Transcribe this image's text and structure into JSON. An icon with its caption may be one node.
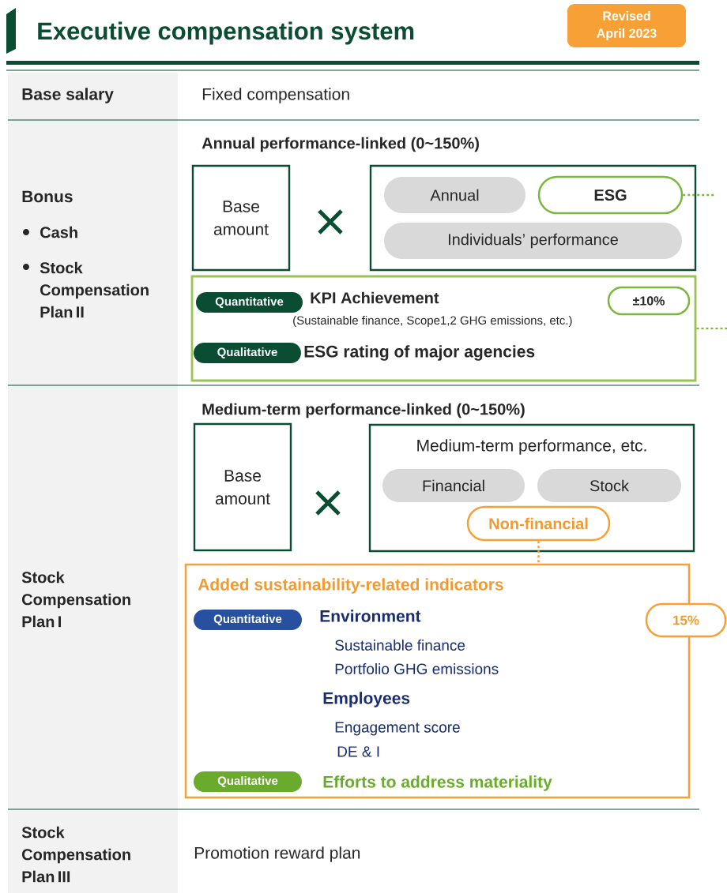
{
  "diagram": {
    "title": "Executive compensation system",
    "nodes": [
      {
        "text": [
          "Base amount"
        ]
      },
      {
        "text": [],
        "shape": "box"
      },
      {
        "text": [
          "Annual"
        ],
        "in": 1
      },
      {
        "text": [
          "ESG"
        ],
        "in": 1
      },
      {
        "text": [
          "Individuals’ performance"
        ],
        "in": 1
      },
      {
        "text": [
          "KPI Achievement",
          "(Sustainable finance, Scope1,2 GHG emissions, etc.)",
          "ESG rating of major agencies"
        ]
      },
      {
        "text": [
          "Quantitative"
        ],
        "in": 5
      },
      {
        "text": [
          "Qualitative"
        ],
        "in": 5
      },
      {
        "text": [
          "±10%"
        ],
        "in": 5
      },
      {
        "text": [
          "Base amount"
        ]
      },
      {
        "text": [
          "Medium-term performance, etc."
        ]
      },
      {
        "text": [
          "Financial"
        ],
        "in": 10
      },
      {
        "text": [
          "Stock"
        ],
        "in": 10
      },
      {
        "text": [
          "Non-financial"
        ],
        "in": 10
      },
      {
        "text": [
          "Added sustainability-related indicators",
          "Environment",
          "Sustainable finance",
          "Portfolio GHG emissions",
          "Employees",
          "Engagement score",
          "DE & I",
          "Efforts to address materiality"
        ]
      },
      {
        "text": [
          "Quantitative"
        ],
        "in": 14
      },
      {
        "text": [
          "Qualitative"
        ],
        "in": 14
      },
      {
        "text": [
          "15%"
        ]
      },
      {
        "text": [
          "Revised April 2023"
        ]
      }
    ],
    "edges": [
      {
        "from": 3,
        "to": null,
        "arrow": "none",
        "style": "dashed",
        "color": "#79b83a"
      },
      {
        "from": 5,
        "to": null,
        "arrow": "none",
        "style": "dashed",
        "color": "#79b83a"
      },
      {
        "from": 13,
        "to": 14,
        "arrow": "none",
        "style": "dashed",
        "color": "#f7a035"
      }
    ],
    "labels": [
      "Base salary",
      "Fixed compensation",
      "Annual performance-linked (0~150%)",
      "Bonus",
      "Cash",
      "Stock Compensation Plan II",
      "Medium-term performance-linked (0~150%)",
      "Stock Compensation Plan I",
      "Stock Compensation Plan III",
      "Promotion reward plan"
    ]
  }
}
